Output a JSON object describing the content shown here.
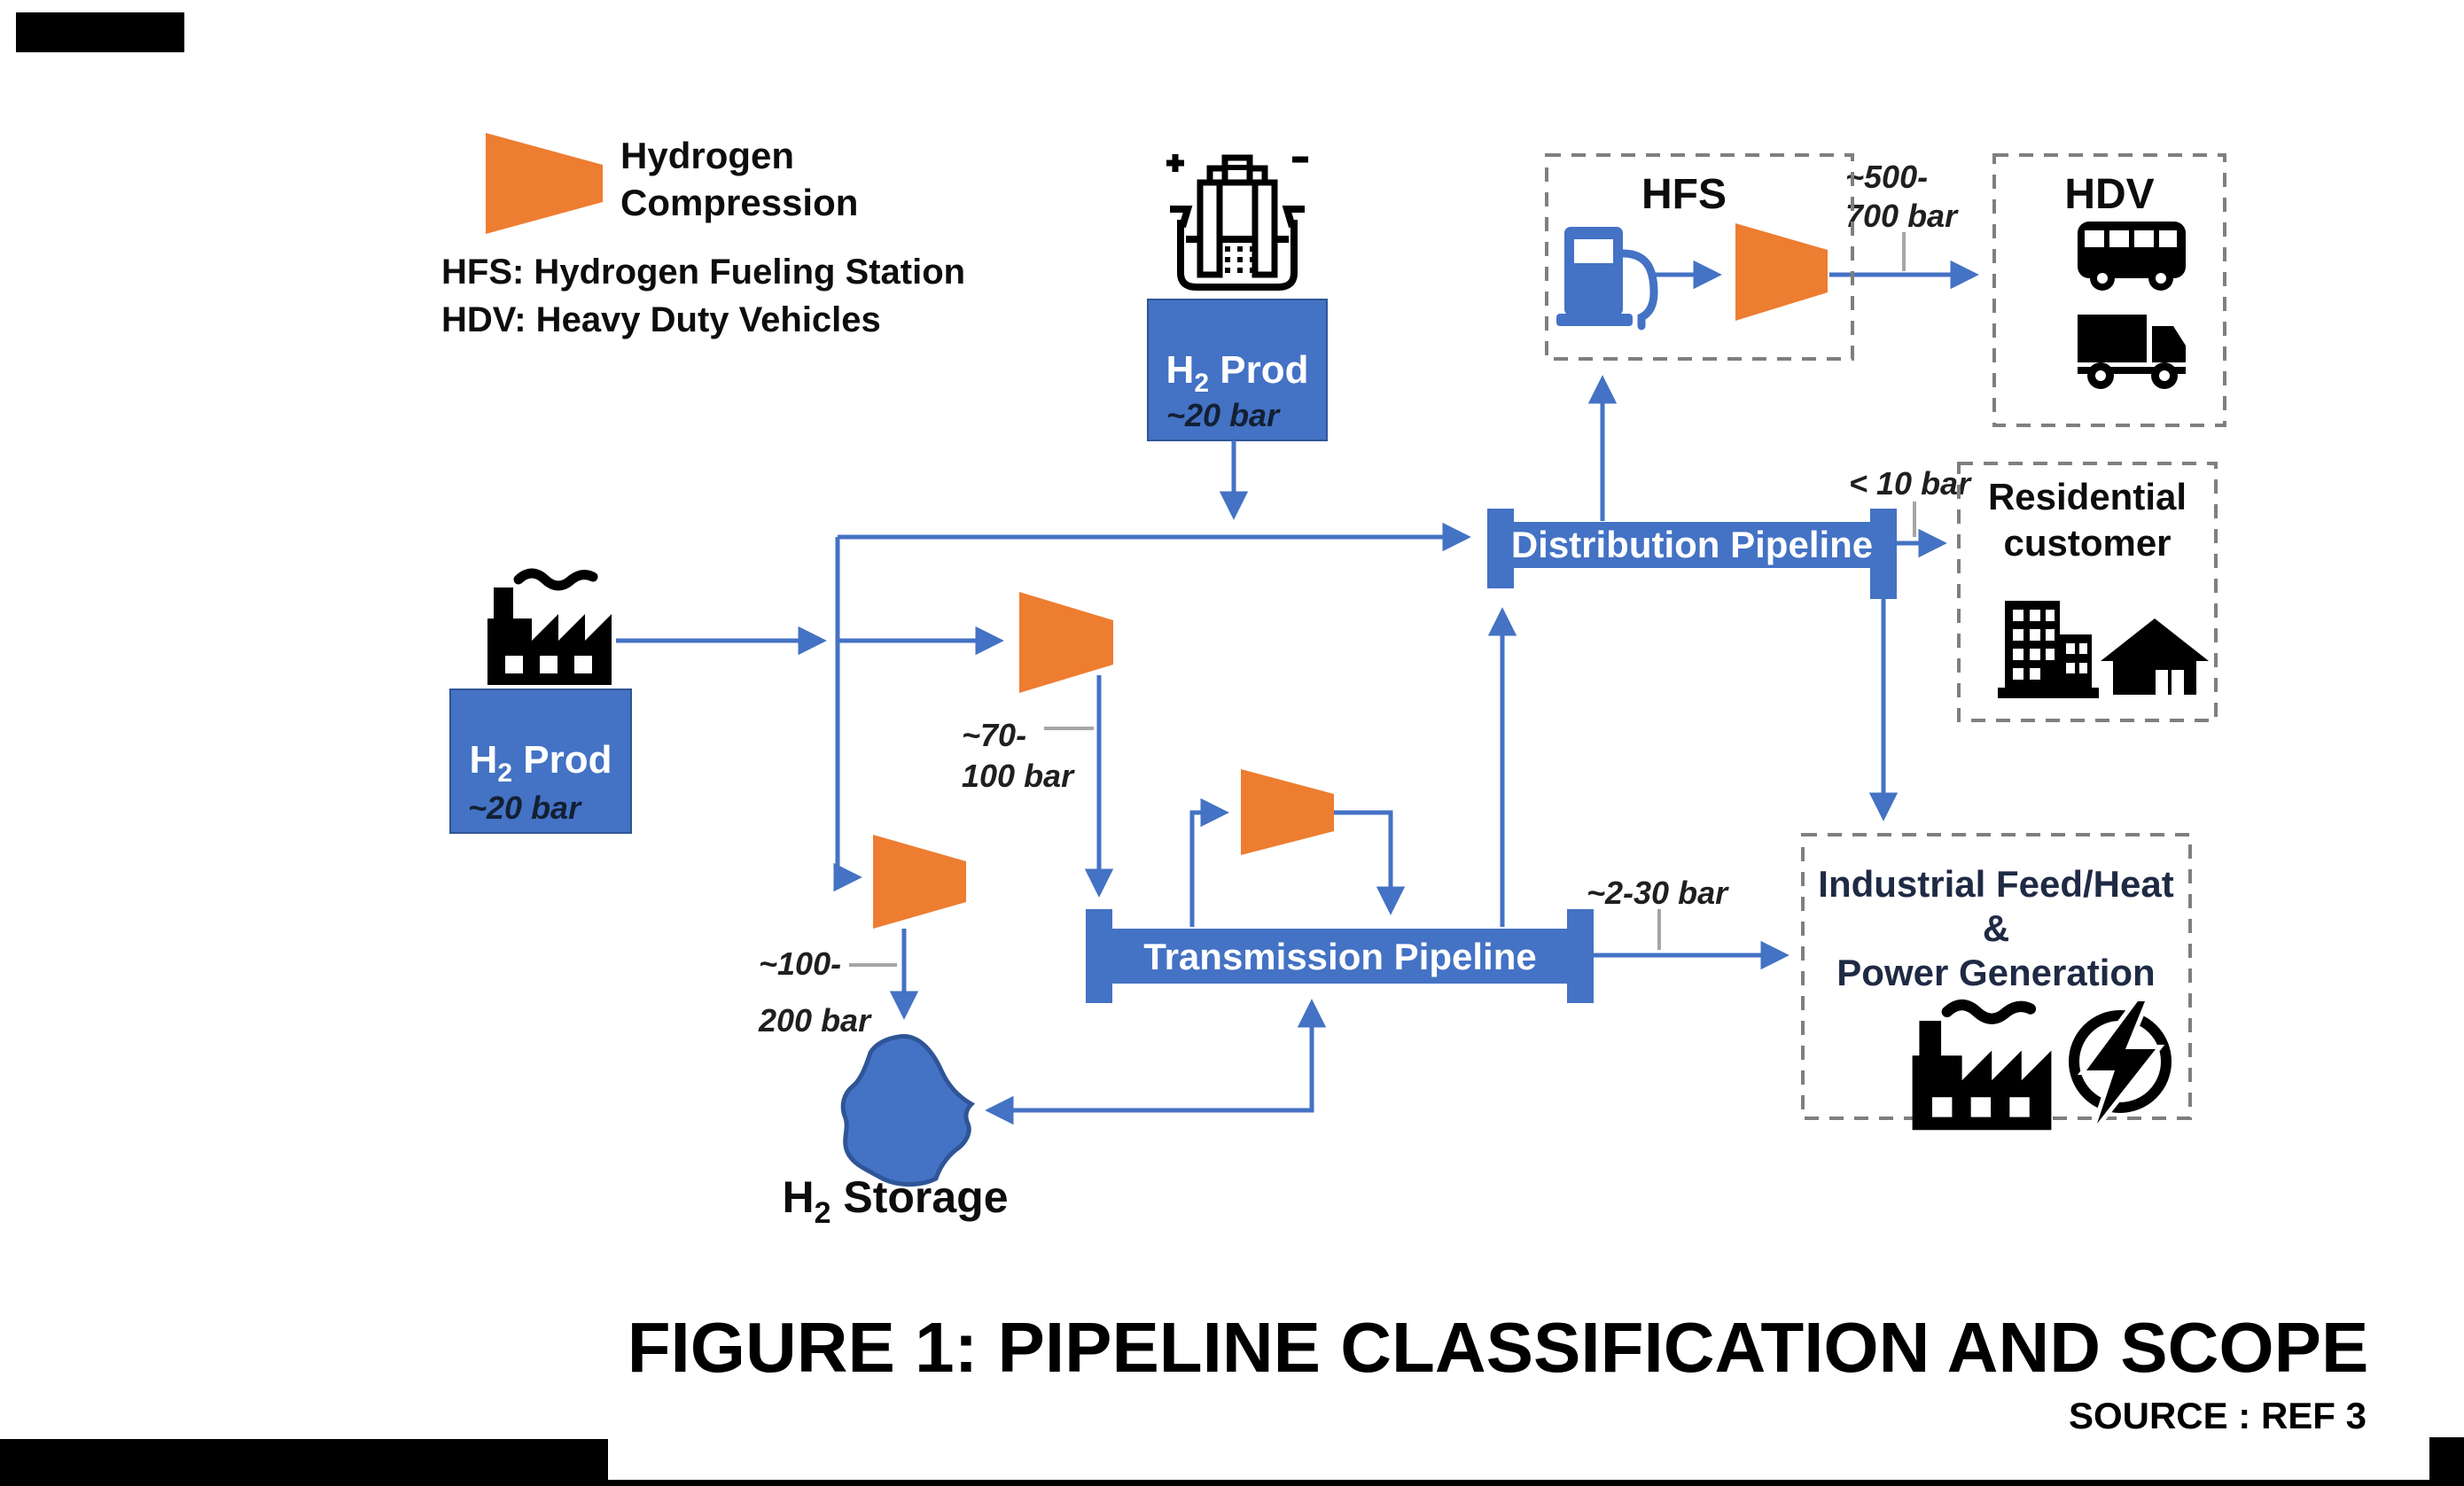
{
  "legend": {
    "compression_line1": "Hydrogen",
    "compression_line2": "Compression",
    "hfs_definition": "HFS: Hydrogen Fueling Station",
    "hdv_definition": "HDV: Heavy Duty Vehicles"
  },
  "nodes": {
    "h2_prod_top": {
      "label_main": "H",
      "label_sub": "2",
      "label_rest": " Prod",
      "pressure": "~20 bar"
    },
    "h2_prod_left": {
      "label_main": "H",
      "label_sub": "2",
      "label_rest": " Prod",
      "pressure": "~20 bar"
    },
    "hfs": {
      "title": "HFS"
    },
    "hdv": {
      "title": "HDV"
    },
    "residential": {
      "line1": "Residential",
      "line2": "customer"
    },
    "industrial": {
      "line1": "Industrial Feed/Heat",
      "line2": "&",
      "line3": "Power Generation"
    },
    "h2_storage": {
      "label_main": "H",
      "label_sub": "2",
      "label_rest": " Storage"
    },
    "distribution_pipeline": {
      "label": "Distribution Pipeline"
    },
    "transmission_pipeline": {
      "label": "Transmission Pipeline"
    }
  },
  "pressure_labels": {
    "hfs_to_hdv_line1": "~500-",
    "hfs_to_hdv_line2": "700 bar",
    "to_residential": "< 10 bar",
    "to_industrial": "~2-30 bar",
    "to_transmission_line1": "~70-",
    "to_transmission_line2": "100 bar",
    "to_storage_line1": "~100-",
    "to_storage_line2": "200 bar"
  },
  "caption": {
    "title": "FIGURE 1: PIPELINE CLASSIFICATION AND SCOPE",
    "source": "SOURCE : REF 3"
  },
  "icons": [
    "compressor-icon",
    "electrolyzer-icon",
    "factory-icon",
    "fuel-pump-icon",
    "bus-icon",
    "truck-icon",
    "building-icon",
    "house-icon",
    "power-bolt-icon",
    "storage-blob-icon"
  ],
  "colors": {
    "blue": "#4472C4",
    "blue_dark": "#2F5597",
    "orange": "#ED7D31",
    "dash_gray": "#7F7F7F",
    "tick_gray": "#A6A6A6",
    "black": "#000000",
    "white": "#FFFFFF"
  }
}
